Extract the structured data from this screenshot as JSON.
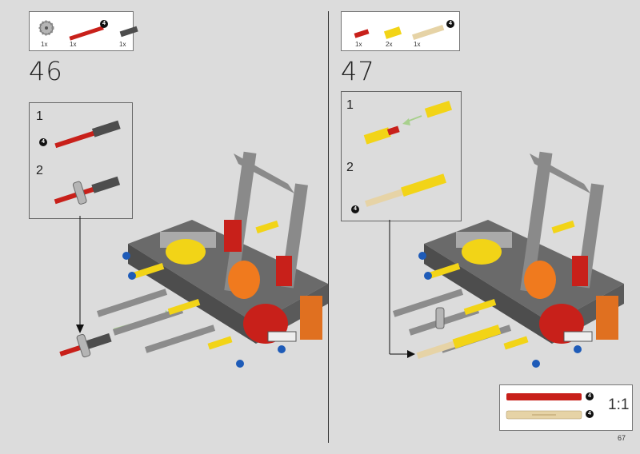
{
  "page_number": "67",
  "steps": [
    {
      "number": "46",
      "parts": [
        {
          "name": "gear-part-icon",
          "qty": "1x"
        },
        {
          "name": "red-axle-part-icon",
          "qty": "1x",
          "length": "4"
        },
        {
          "name": "gray-pin-part-icon",
          "qty": "1x"
        }
      ],
      "substeps": [
        {
          "number": "1",
          "badge": "4"
        },
        {
          "number": "2"
        }
      ]
    },
    {
      "number": "47",
      "parts": [
        {
          "name": "red-pin-part-icon",
          "qty": "1x"
        },
        {
          "name": "yellow-connector-part-icon",
          "qty": "2x"
        },
        {
          "name": "tan-axle-part-icon",
          "qty": "1x",
          "length": "4"
        }
      ],
      "substeps": [
        {
          "number": "1"
        },
        {
          "number": "2",
          "badge": "4"
        }
      ]
    }
  ],
  "scale_reference": {
    "label": "1:1",
    "items": [
      {
        "name": "red-axle-4",
        "length": "4",
        "color": "#c8201a"
      },
      {
        "name": "tan-axle-4",
        "length": "4",
        "color": "#e6d3a6"
      }
    ]
  },
  "colors": {
    "background": "#dcdcdc",
    "red": "#c8201a",
    "yellow": "#f2d417",
    "tan": "#e6d3a6",
    "dark_gray": "#4d4d4d",
    "light_gray": "#a0a0a0",
    "orange": "#f07a1e",
    "blue": "#1e5bb8",
    "arrow_green": "#a8d08d"
  }
}
